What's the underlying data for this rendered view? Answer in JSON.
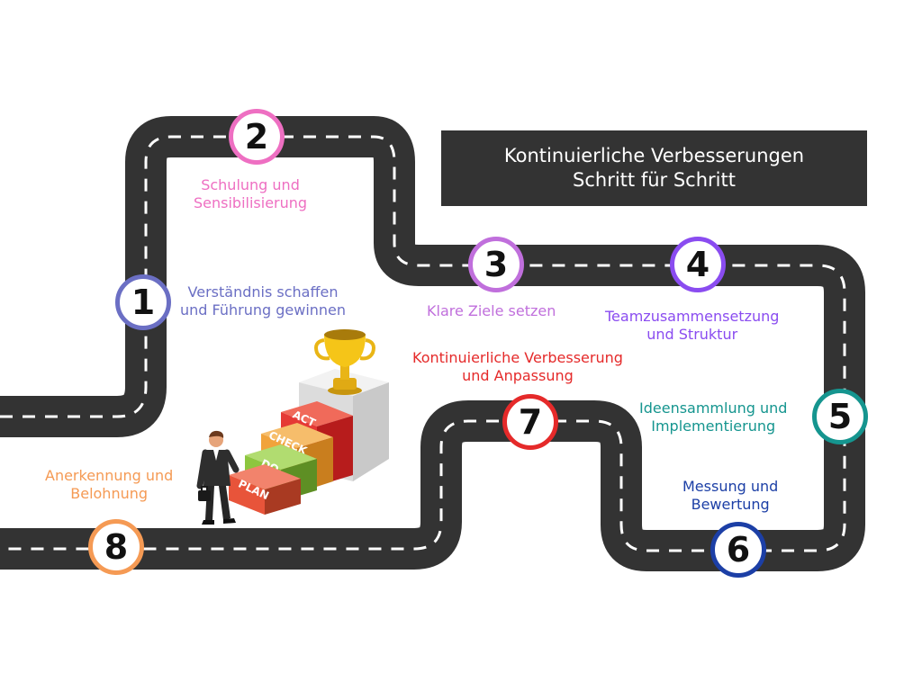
{
  "title": {
    "line1": "Kontinuierliche Verbesserungen",
    "line2": "Schritt für Schritt"
  },
  "steps": [
    {
      "number": "1",
      "color": "#6b6fc4",
      "label_lines": [
        "Verständnis schaffen",
        "und Führung gewinnen"
      ]
    },
    {
      "number": "2",
      "color": "#ee6fc2",
      "label_lines": [
        "Schulung und",
        "Sensibilisierung"
      ]
    },
    {
      "number": "3",
      "color": "#c06fdc",
      "label_lines": [
        "Klare Ziele setzen"
      ]
    },
    {
      "number": "4",
      "color": "#8a4cf0",
      "label_lines": [
        "Teamzusammensetzung",
        "und Struktur"
      ]
    },
    {
      "number": "5",
      "color": "#15958f",
      "label_lines": [
        "Ideensammlung und",
        "Implementierung"
      ]
    },
    {
      "number": "6",
      "color": "#1c3fa6",
      "label_lines": [
        "Messung und",
        "Bewertung"
      ]
    },
    {
      "number": "7",
      "color": "#e52a2a",
      "label_lines": [
        "Kontinuierliche Verbesserung",
        "und Anpassung"
      ]
    },
    {
      "number": "8",
      "color": "#f59a54",
      "label_lines": [
        "Anerkennung und",
        "Belohnung"
      ]
    }
  ],
  "stairs": [
    {
      "text": "PLAN",
      "color": "#e8543a"
    },
    {
      "text": "DO",
      "color": "#8dc63f"
    },
    {
      "text": "CHECK",
      "color": "#f1a33b"
    },
    {
      "text": "ACT",
      "color": "#e53935"
    }
  ],
  "colors": {
    "road": "#333333",
    "road_dash": "#ffffff",
    "trophy": "#f5c518",
    "podium": "#e6e6e6"
  },
  "icons": [
    "trophy-icon",
    "businessman-icon",
    "briefcase-icon"
  ]
}
